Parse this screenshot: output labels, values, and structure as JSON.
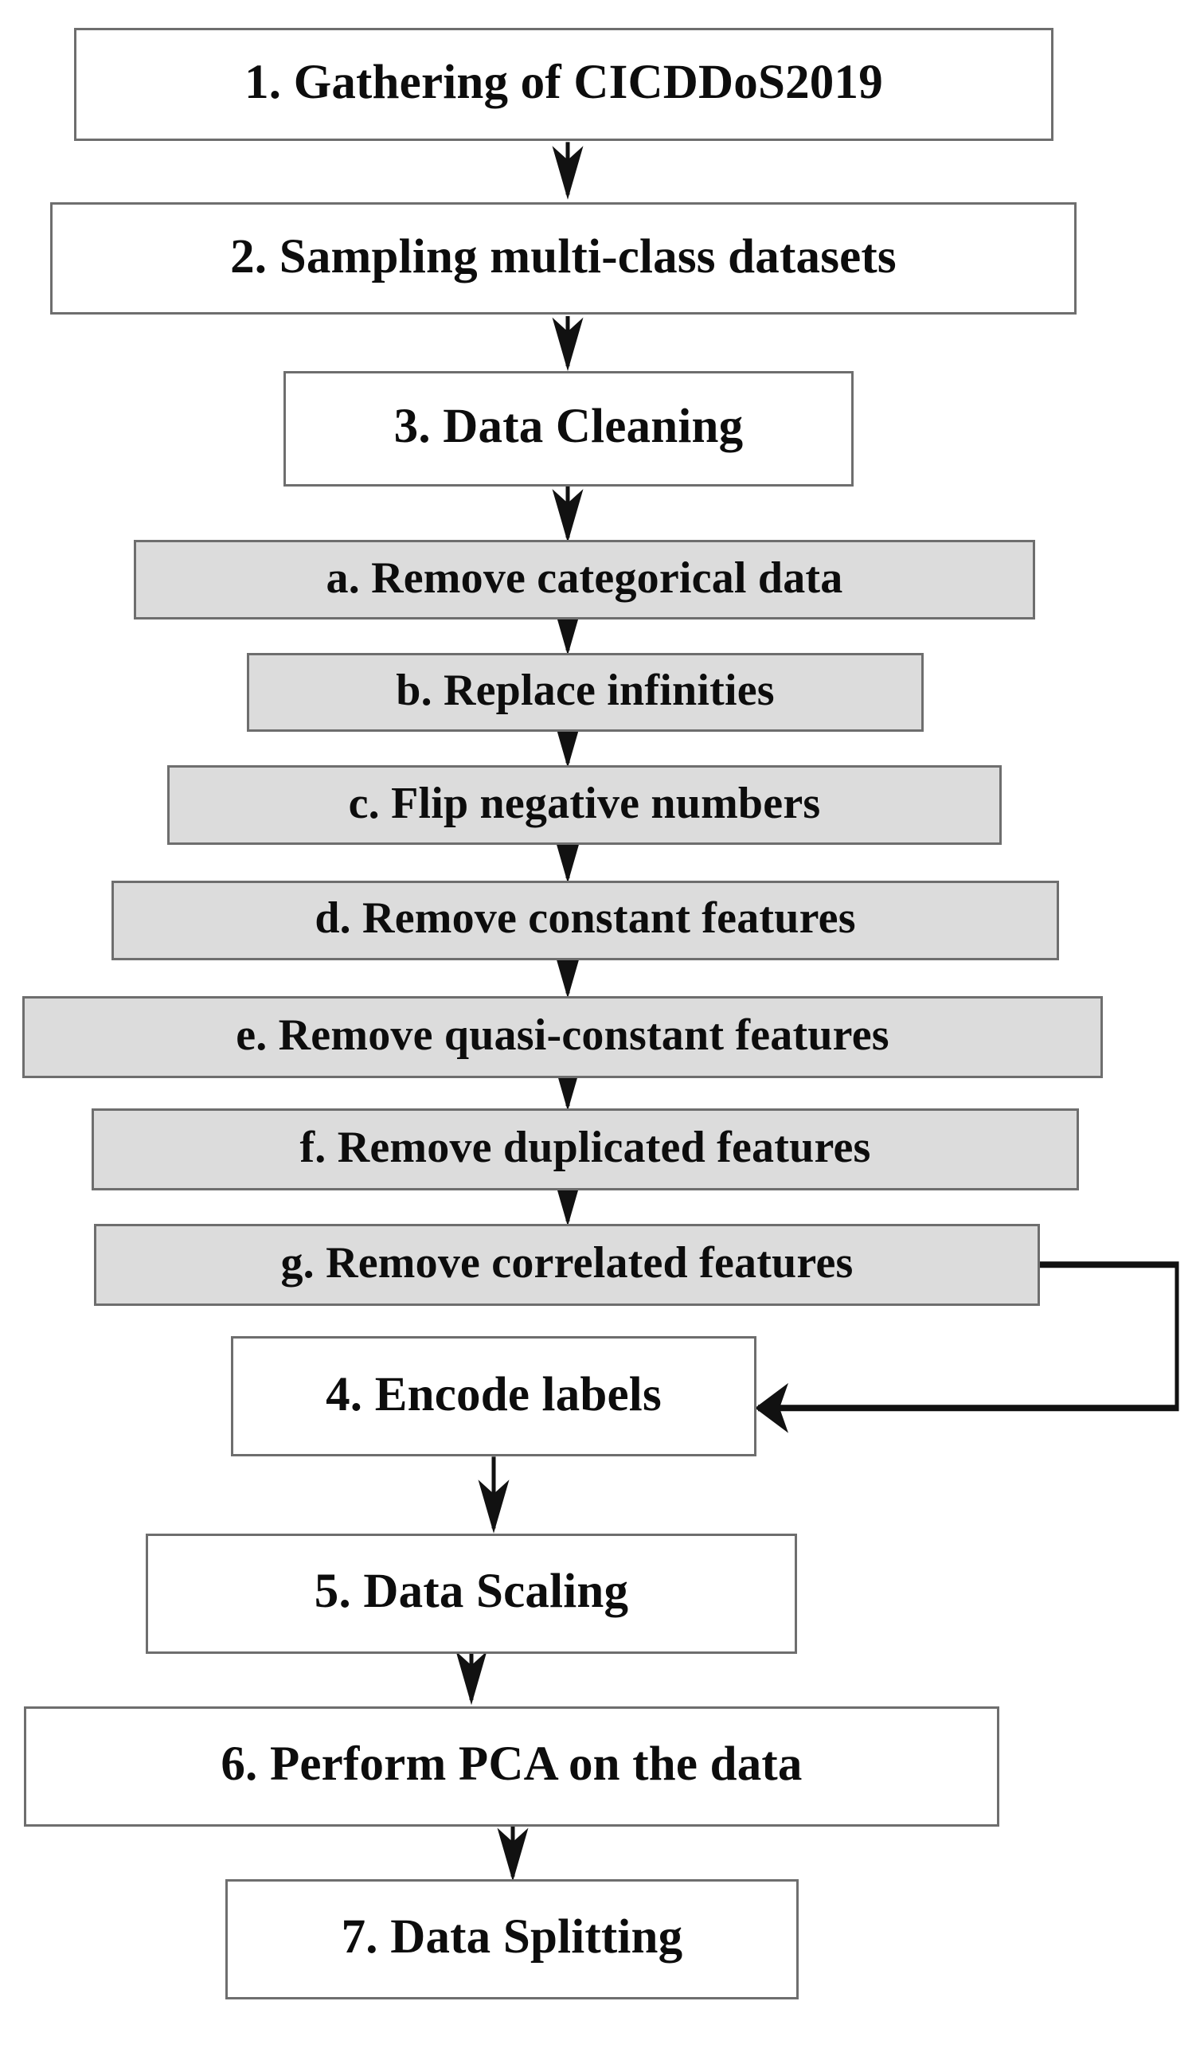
{
  "diagram": {
    "title": "Data preprocessing pipeline flowchart",
    "colors": {
      "page_background": "#ffffff",
      "major_box_fill": "#ffffff",
      "sub_box_fill": "#dcdcdc",
      "box_border": "#6e6e6e",
      "arrow": "#111111",
      "text": "#0d0d0d"
    },
    "nodes": [
      {
        "id": "step1",
        "num": "1.",
        "text": "Gathering of CICDDoS2019",
        "full": "1.  Gathering of CICDDoS2019",
        "kind": "major"
      },
      {
        "id": "step2",
        "num": "2.",
        "text": "Sampling multi-class datasets",
        "full": "2.  Sampling multi-class datasets",
        "kind": "major"
      },
      {
        "id": "step3",
        "num": "3.",
        "text": "Data Cleaning",
        "full": "3.  Data Cleaning",
        "kind": "major"
      },
      {
        "id": "stepa",
        "num": "a.",
        "text": "Remove categorical data",
        "full": "a.  Remove categorical data",
        "kind": "sub"
      },
      {
        "id": "stepb",
        "num": "b.",
        "text": "Replace infinities",
        "full": "b.  Replace infinities",
        "kind": "sub"
      },
      {
        "id": "stepc",
        "num": "c.",
        "text": "Flip negative numbers",
        "full": "c.  Flip negative numbers",
        "kind": "sub"
      },
      {
        "id": "stepd",
        "num": "d.",
        "text": "Remove constant features",
        "full": "d.  Remove constant features",
        "kind": "sub"
      },
      {
        "id": "stepe",
        "num": "e.",
        "text": "Remove quasi-constant features",
        "full": "e.  Remove quasi-constant features",
        "kind": "sub"
      },
      {
        "id": "stepf",
        "num": "f.",
        "text": "Remove duplicated features",
        "full": "f.  Remove duplicated features",
        "kind": "sub"
      },
      {
        "id": "stepg",
        "num": "g.",
        "text": "Remove correlated features",
        "full": "g.  Remove correlated features",
        "kind": "sub"
      },
      {
        "id": "step4",
        "num": "4.",
        "text": "Encode labels",
        "full": "4.  Encode labels",
        "kind": "major"
      },
      {
        "id": "step5",
        "num": "5.",
        "text": "Data Scaling",
        "full": "5.  Data Scaling",
        "kind": "major"
      },
      {
        "id": "step6",
        "num": "6.",
        "text": "Perform PCA on the data",
        "full": "6.  Perform PCA on the data",
        "kind": "major"
      },
      {
        "id": "step7",
        "num": "7.",
        "text": "Data Splitting",
        "full": "7.  Data Splitting",
        "kind": "major"
      }
    ],
    "edges": [
      {
        "from": "step1",
        "to": "step2",
        "style": "straight-down"
      },
      {
        "from": "step2",
        "to": "step3",
        "style": "straight-down"
      },
      {
        "from": "step3",
        "to": "stepa",
        "style": "straight-down"
      },
      {
        "from": "stepa",
        "to": "stepb",
        "style": "straight-down"
      },
      {
        "from": "stepb",
        "to": "stepc",
        "style": "straight-down"
      },
      {
        "from": "stepc",
        "to": "stepd",
        "style": "straight-down"
      },
      {
        "from": "stepd",
        "to": "stepe",
        "style": "straight-down"
      },
      {
        "from": "stepe",
        "to": "stepf",
        "style": "straight-down"
      },
      {
        "from": "stepf",
        "to": "stepg",
        "style": "straight-down"
      },
      {
        "from": "stepg",
        "to": "step4",
        "style": "right-down-left"
      },
      {
        "from": "step4",
        "to": "step5",
        "style": "straight-down"
      },
      {
        "from": "step5",
        "to": "step6",
        "style": "straight-down"
      },
      {
        "from": "step6",
        "to": "step7",
        "style": "straight-down"
      }
    ]
  }
}
